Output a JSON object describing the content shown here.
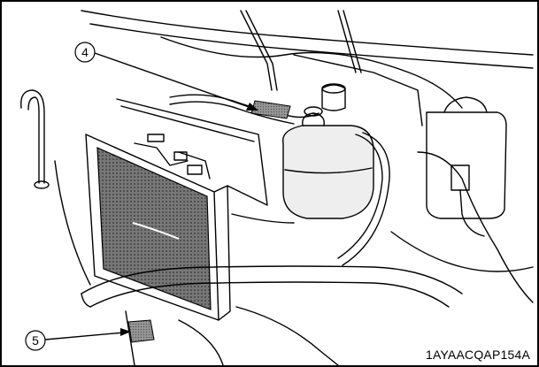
{
  "callouts": [
    {
      "id": "4",
      "label": "4"
    },
    {
      "id": "5",
      "label": "5"
    }
  ],
  "figure_code": "1AYAACQAP154A",
  "colors": {
    "line": "#000000",
    "screen_fill": "#6e6e6e",
    "highlight_pad": "#8a8a8a",
    "reservoir": "#e9e9e9",
    "background": "#ffffff"
  }
}
